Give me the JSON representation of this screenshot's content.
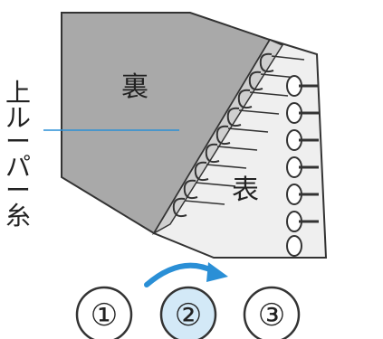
{
  "labels": {
    "back_side": "裏",
    "front_side": "表",
    "looper_thread": [
      "上",
      "ル",
      "ー",
      "パ",
      "ー",
      "糸"
    ]
  },
  "steps": [
    {
      "label": "①",
      "active": false
    },
    {
      "label": "②",
      "active": true
    },
    {
      "label": "③",
      "active": false
    }
  ],
  "colors": {
    "back_fabric": "#a9a9a9",
    "front_fabric": "#efefef",
    "outline": "#333333",
    "leader_line": "#2a8fd6",
    "arrow": "#2a8fd6",
    "active_step_fill": "#d3e9f7"
  }
}
